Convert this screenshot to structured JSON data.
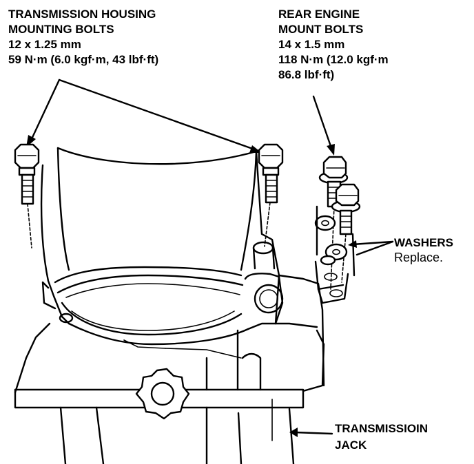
{
  "labels": {
    "housing_bolts": {
      "line1": "TRANSMISSION HOUSING",
      "line2": "MOUNTING BOLTS",
      "line3": "12 x 1.25 mm",
      "line4": "59 N·m (6.0 kgf·m, 43 lbf·ft)"
    },
    "rear_mount_bolts": {
      "line1": "REAR ENGINE",
      "line2": "MOUNT BOLTS",
      "line3": "14 x 1.5 mm",
      "line4": "118 N·m (12.0 kgf·m",
      "line5": "86.8 lbf·ft)"
    },
    "washers": {
      "title": "WASHERS",
      "note": "Replace."
    },
    "jack": {
      "line1": "TRANSMISSIOIN",
      "line2": "JACK"
    }
  }
}
